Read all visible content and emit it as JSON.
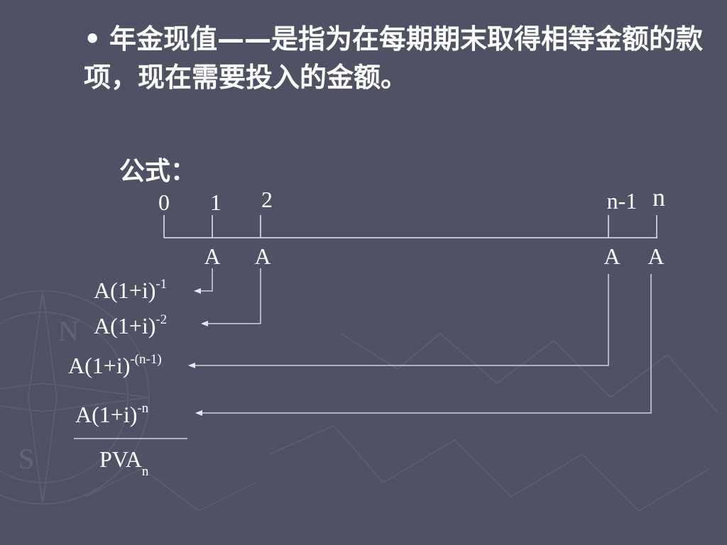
{
  "heading": {
    "bullet": "•",
    "text": "年金现值——是指为在每期期末取得相等金额的款项，现在需要投入的金额。"
  },
  "formula_label": "公式：",
  "timeline": {
    "periods": [
      "0",
      "1",
      "2",
      "n-1",
      "n"
    ],
    "payments": [
      "A",
      "A",
      "A",
      "A"
    ]
  },
  "terms": [
    {
      "base": "A(1+i)",
      "exp": "-1"
    },
    {
      "base": "A(1+i)",
      "exp": "-2"
    },
    {
      "base": "A(1+i)",
      "exp": "-(n-1)"
    },
    {
      "base": "A(1+i)",
      "exp": "-n"
    }
  ],
  "total": {
    "base": "PVA",
    "sub": "n"
  },
  "colors": {
    "background": "#4f5265",
    "line": "#e6e8ee",
    "text": "#ffffff"
  }
}
